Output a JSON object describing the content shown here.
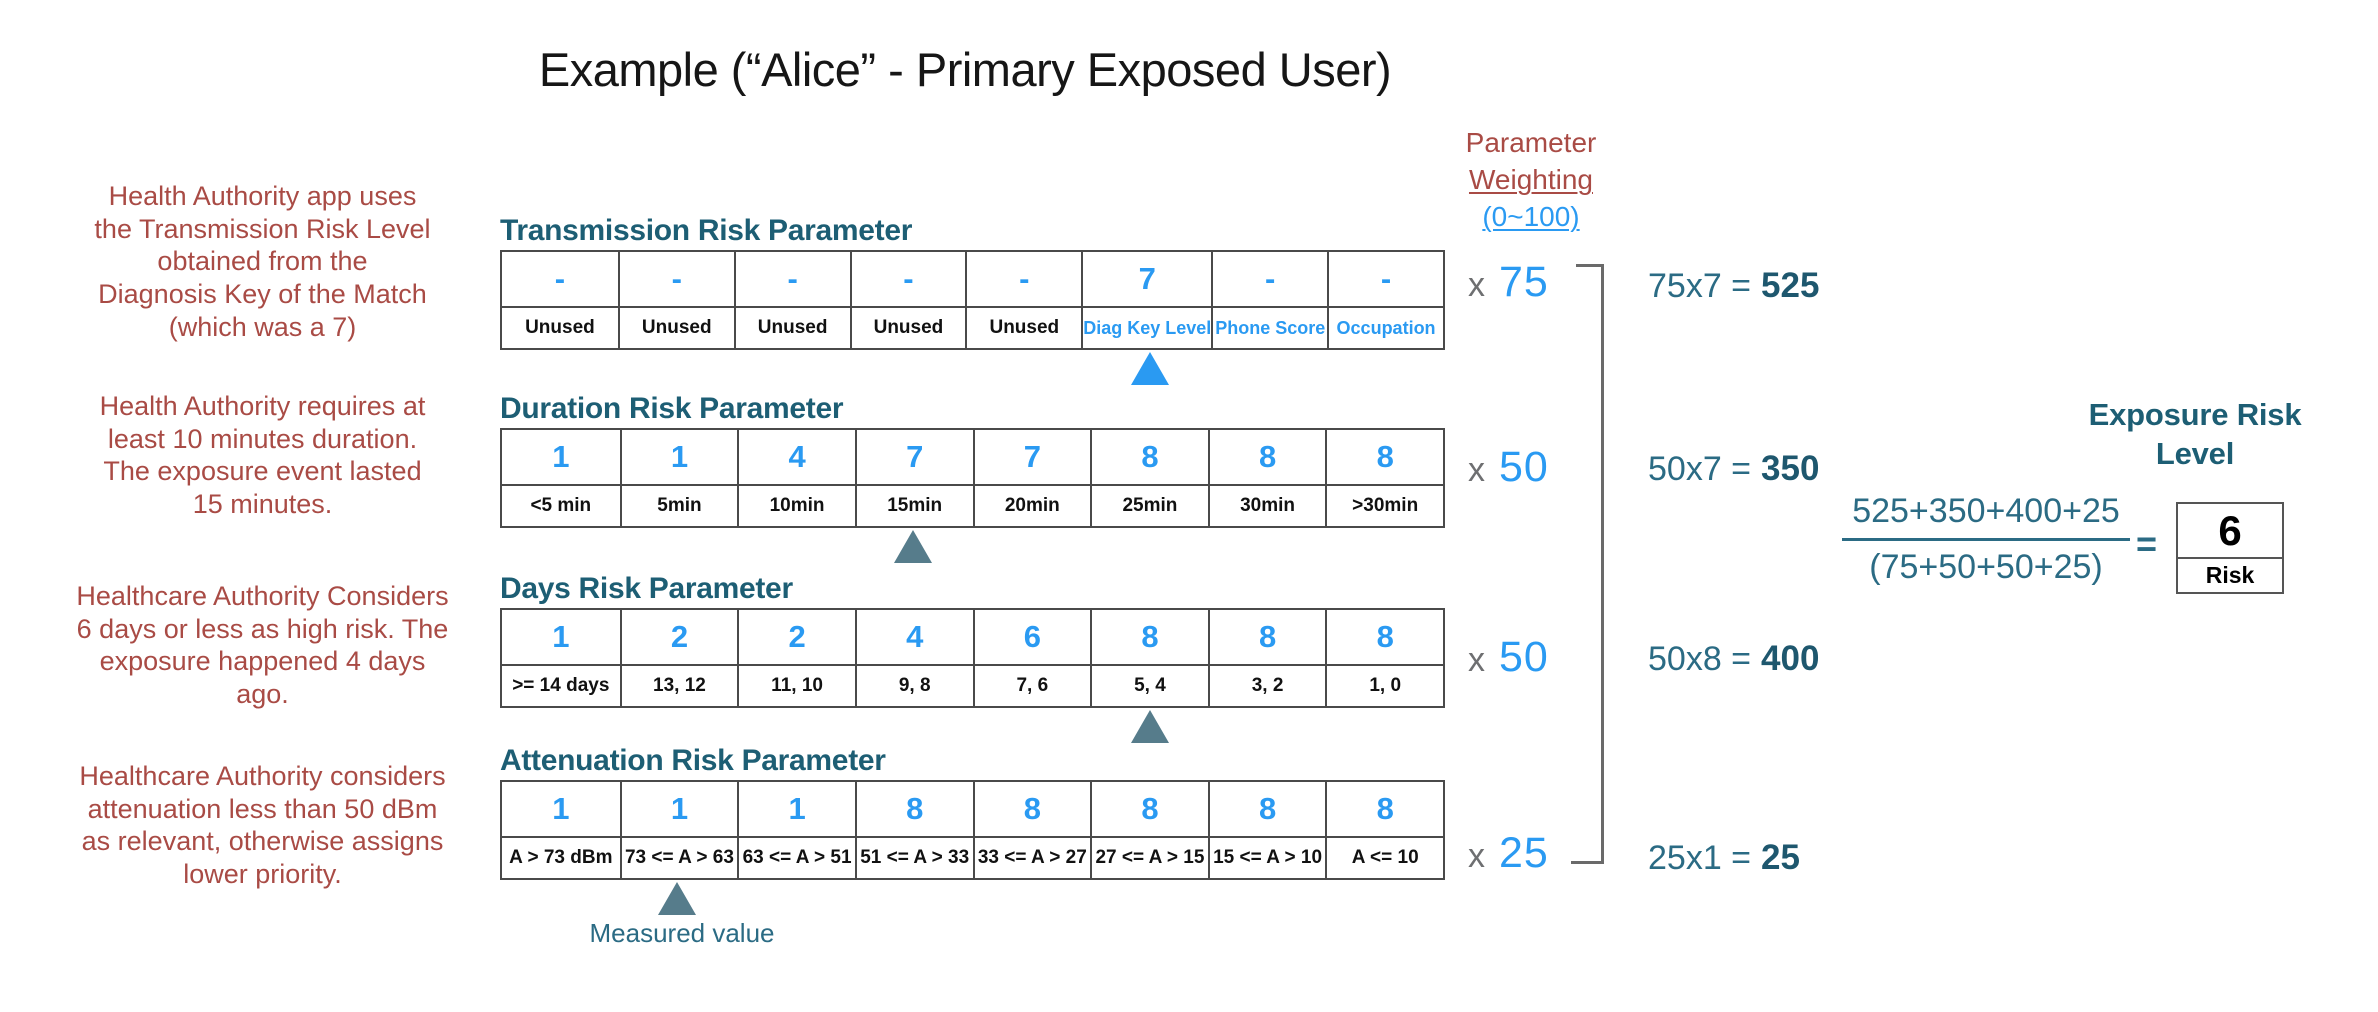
{
  "title": "Example (“Alice” - Primary Exposed User)",
  "notes": [
    "Health Authority app uses\nthe Transmission Risk Level\nobtained from the\nDiagnosis Key of the Match\n(which was a 7)",
    "Health Authority requires at\nleast 10 minutes duration.\nThe exposure event lasted\n15 minutes.",
    "Healthcare Authority Considers\n6 days or less as high risk.  The\nexposure happened 4 days\nago.",
    "Healthcare Authority considers\nattenuation less than 50 dBm\nas relevant, otherwise assigns\nlower priority."
  ],
  "weighting_header": {
    "line1": "Parameter",
    "line2": "Weighting",
    "line3": "(0~100)"
  },
  "parameters": [
    {
      "heading": "Transmission Risk Parameter",
      "values": [
        "-",
        "-",
        "-",
        "-",
        "-",
        "7",
        "-",
        "-"
      ],
      "labels": [
        "Unused",
        "Unused",
        "Unused",
        "Unused",
        "Unused",
        "Diag Key Level",
        "Phone Score",
        "Occupation"
      ],
      "blue_label_indexes": [
        5,
        6,
        7
      ],
      "marker_column": 6,
      "marker_style": "blue",
      "weight_prefix": "x",
      "weight": "75",
      "calc_expression": "75x7 =",
      "calc_result": "525"
    },
    {
      "heading": "Duration Risk Parameter",
      "values": [
        "1",
        "1",
        "4",
        "7",
        "7",
        "8",
        "8",
        "8"
      ],
      "labels": [
        "<5 min",
        "5min",
        "10min",
        "15min",
        "20min",
        "25min",
        "30min",
        ">30min"
      ],
      "blue_label_indexes": [],
      "marker_column": 4,
      "marker_style": "slate",
      "weight_prefix": "x",
      "weight": "50",
      "calc_expression": "50x7 =",
      "calc_result": "350"
    },
    {
      "heading": "Days Risk Parameter",
      "values": [
        "1",
        "2",
        "2",
        "4",
        "6",
        "8",
        "8",
        "8"
      ],
      "labels": [
        ">= 14 days",
        "13, 12",
        "11, 10",
        "9, 8",
        "7, 6",
        "5, 4",
        "3, 2",
        "1, 0"
      ],
      "blue_label_indexes": [],
      "marker_column": 6,
      "marker_style": "slate",
      "weight_prefix": "x",
      "weight": "50",
      "calc_expression": "50x8 =",
      "calc_result": "400"
    },
    {
      "heading": "Attenuation Risk Parameter",
      "values": [
        "1",
        "1",
        "1",
        "8",
        "8",
        "8",
        "8",
        "8"
      ],
      "labels": [
        "A > 73 dBm",
        "73 <= A > 63",
        "63 <= A > 51",
        "51 <= A > 33",
        "33 <= A > 27",
        "27 <= A > 15",
        "15 <= A > 10",
        "A <= 10"
      ],
      "blue_label_indexes": [],
      "marker_column": 2,
      "marker_style": "slate",
      "weight_prefix": "x",
      "weight": "25",
      "calc_expression": "25x1 =",
      "calc_result": "25"
    }
  ],
  "measured_value_label": "Measured value",
  "exposure": {
    "heading_line1": "Exposure Risk",
    "heading_line2": "Level",
    "numerator": "525+350+400+25",
    "denominator": "(75+50+50+25)",
    "equals": "=",
    "result": "6",
    "result_label": "Risk"
  },
  "colors": {
    "note_red": "#a94b45",
    "teal_heading": "#1d5e74",
    "teal_calc": "#2b6b84",
    "teal_result": "#1e576e",
    "value_blue": "#2a9af2",
    "marker_slate": "#567c8b",
    "bracket_gray": "#6a6a6a",
    "weight_x_gray": "#6e6f71",
    "table_border": "#4a4a4a",
    "title_black": "#161616"
  }
}
